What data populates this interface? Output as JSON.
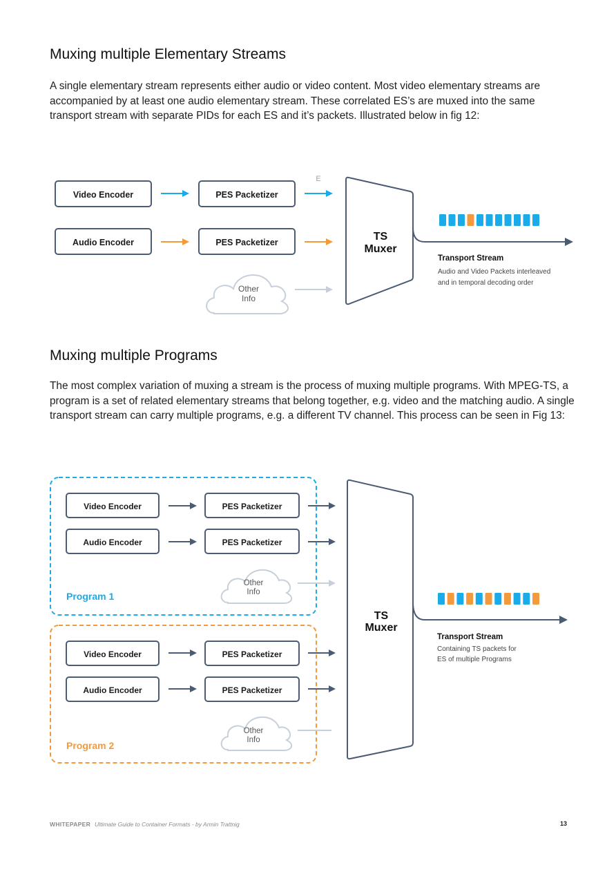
{
  "section1": {
    "heading": "Muxing multiple Elementary Streams",
    "paragraph": "A single elementary stream represents either audio or video content. Most video elementary streams are accompanied by at least one audio elementary stream. These correlated ES’s are muxed into the same transport stream with separate PIDs for each ES and it’s packets. Illustrated below in fig 12:"
  },
  "fig12": {
    "stray_label": "E",
    "video_encoder": "Video Encoder",
    "audio_encoder": "Audio Encoder",
    "pes_packetizer_1": "PES Packetizer",
    "pes_packetizer_2": "PES Packetizer",
    "other_info_line1": "Other",
    "other_info_line2": "Info",
    "muxer_line1": "TS",
    "muxer_line2": "Muxer",
    "stream_title": "Transport Stream",
    "stream_desc_line1": "Audio and Video Packets interleaved",
    "stream_desc_line2": "and in temporal decoding order",
    "packets": [
      "video",
      "video",
      "video",
      "audio",
      "video",
      "video",
      "video",
      "video",
      "video",
      "video",
      "video"
    ]
  },
  "section2": {
    "heading": "Muxing multiple Programs",
    "paragraph": "The most complex variation of muxing a stream is the process of muxing multiple programs. With MPEG-TS, a program is a set of related elementary streams that belong together, e.g. video and the matching audio. A single transport stream can carry multiple programs, e.g. a different TV channel. This process can be seen in Fig 13:"
  },
  "fig13": {
    "program1": {
      "label": "Program 1",
      "video_encoder": "Video Encoder",
      "audio_encoder": "Audio Encoder",
      "pes_packetizer_1": "PES Packetizer",
      "pes_packetizer_2": "PES Packetizer",
      "other_info_line1": "Other",
      "other_info_line2": "Info"
    },
    "program2": {
      "label": "Program 2",
      "video_encoder": "Video Encoder",
      "audio_encoder": "Audio Encoder",
      "pes_packetizer_1": "PES Packetizer",
      "pes_packetizer_2": "PES Packetizer",
      "other_info_line1": "Other",
      "other_info_line2": "Info"
    },
    "muxer_line1": "TS",
    "muxer_line2": "Muxer",
    "stream_title": "Transport Stream",
    "stream_desc_line1": "Containing TS packets for",
    "stream_desc_line2": "ES of multiple Programs",
    "packets": [
      "video",
      "audio",
      "video",
      "audio",
      "video",
      "audio",
      "video",
      "audio",
      "video",
      "video",
      "audio"
    ]
  },
  "footer": {
    "brand": "WHITEPAPER",
    "subtitle": "Ultimate Guide to Container Formats - by Armin Trattnig",
    "page_number": "13"
  },
  "colors": {
    "video_blue": "#1aabe8",
    "audio_orange": "#f29a3c",
    "box_stroke": "#4a5b72",
    "cloud_stroke": "#c7d0da"
  }
}
